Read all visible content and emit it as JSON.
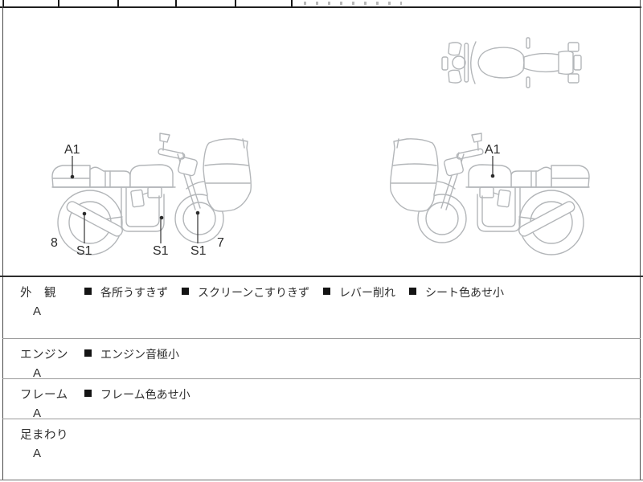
{
  "diagram": {
    "left_view": {
      "annotations": [
        "A1",
        "8",
        "S1",
        "S1",
        "S1",
        "7"
      ]
    },
    "right_view": {
      "annotations": [
        "A1"
      ]
    }
  },
  "inspection_table": {
    "rows": [
      {
        "section": "外　観",
        "grade": "A",
        "items": [
          "各所うすきず",
          "スクリーンこすりきず",
          "レバー削れ",
          "シート色あせ小"
        ]
      },
      {
        "section": "エンジン",
        "grade": "A",
        "items": [
          "エンジン音極小"
        ]
      },
      {
        "section": "フレーム",
        "grade": "A",
        "items": [
          "フレーム色あせ小"
        ]
      },
      {
        "section": "足まわり",
        "grade": "A",
        "items": []
      }
    ]
  },
  "colors": {
    "line_art": "#b3b6b9",
    "annotation": "#2b2b2b",
    "border_strong": "#2d2d2d",
    "border_light": "#9a9a9a",
    "bullet": "#141414"
  }
}
